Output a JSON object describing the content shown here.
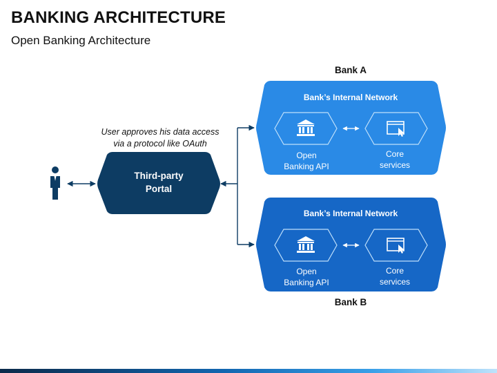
{
  "title": "BANKING ARCHITECTURE",
  "subtitle": "Open Banking Architecture",
  "note": {
    "line1": "User approves his data access",
    "line2": "via a protocol like OAuth"
  },
  "portal": {
    "line1": "Third-party",
    "line2": "Portal"
  },
  "bank_a": {
    "label": "Bank A",
    "network_title": "Bank’s Internal Network",
    "api_line1": "Open",
    "api_line2": "Banking API",
    "core_line1": "Core",
    "core_line2": "services"
  },
  "bank_b": {
    "label": "Bank B",
    "network_title": "Bank’s Internal Network",
    "api_line1": "Open",
    "api_line2": "Banking API",
    "core_line1": "Core",
    "core_line2": "services"
  },
  "icons": {
    "user": "person-icon",
    "api": "bank-building-icon",
    "core": "browser-cursor-icon"
  },
  "colors": {
    "portal": "#0d3c63",
    "bank_a": "#2a8ae6",
    "bank_b": "#1667c6",
    "footer_dark": "#0b2a4a",
    "footer_light": "#bfe3fb"
  }
}
